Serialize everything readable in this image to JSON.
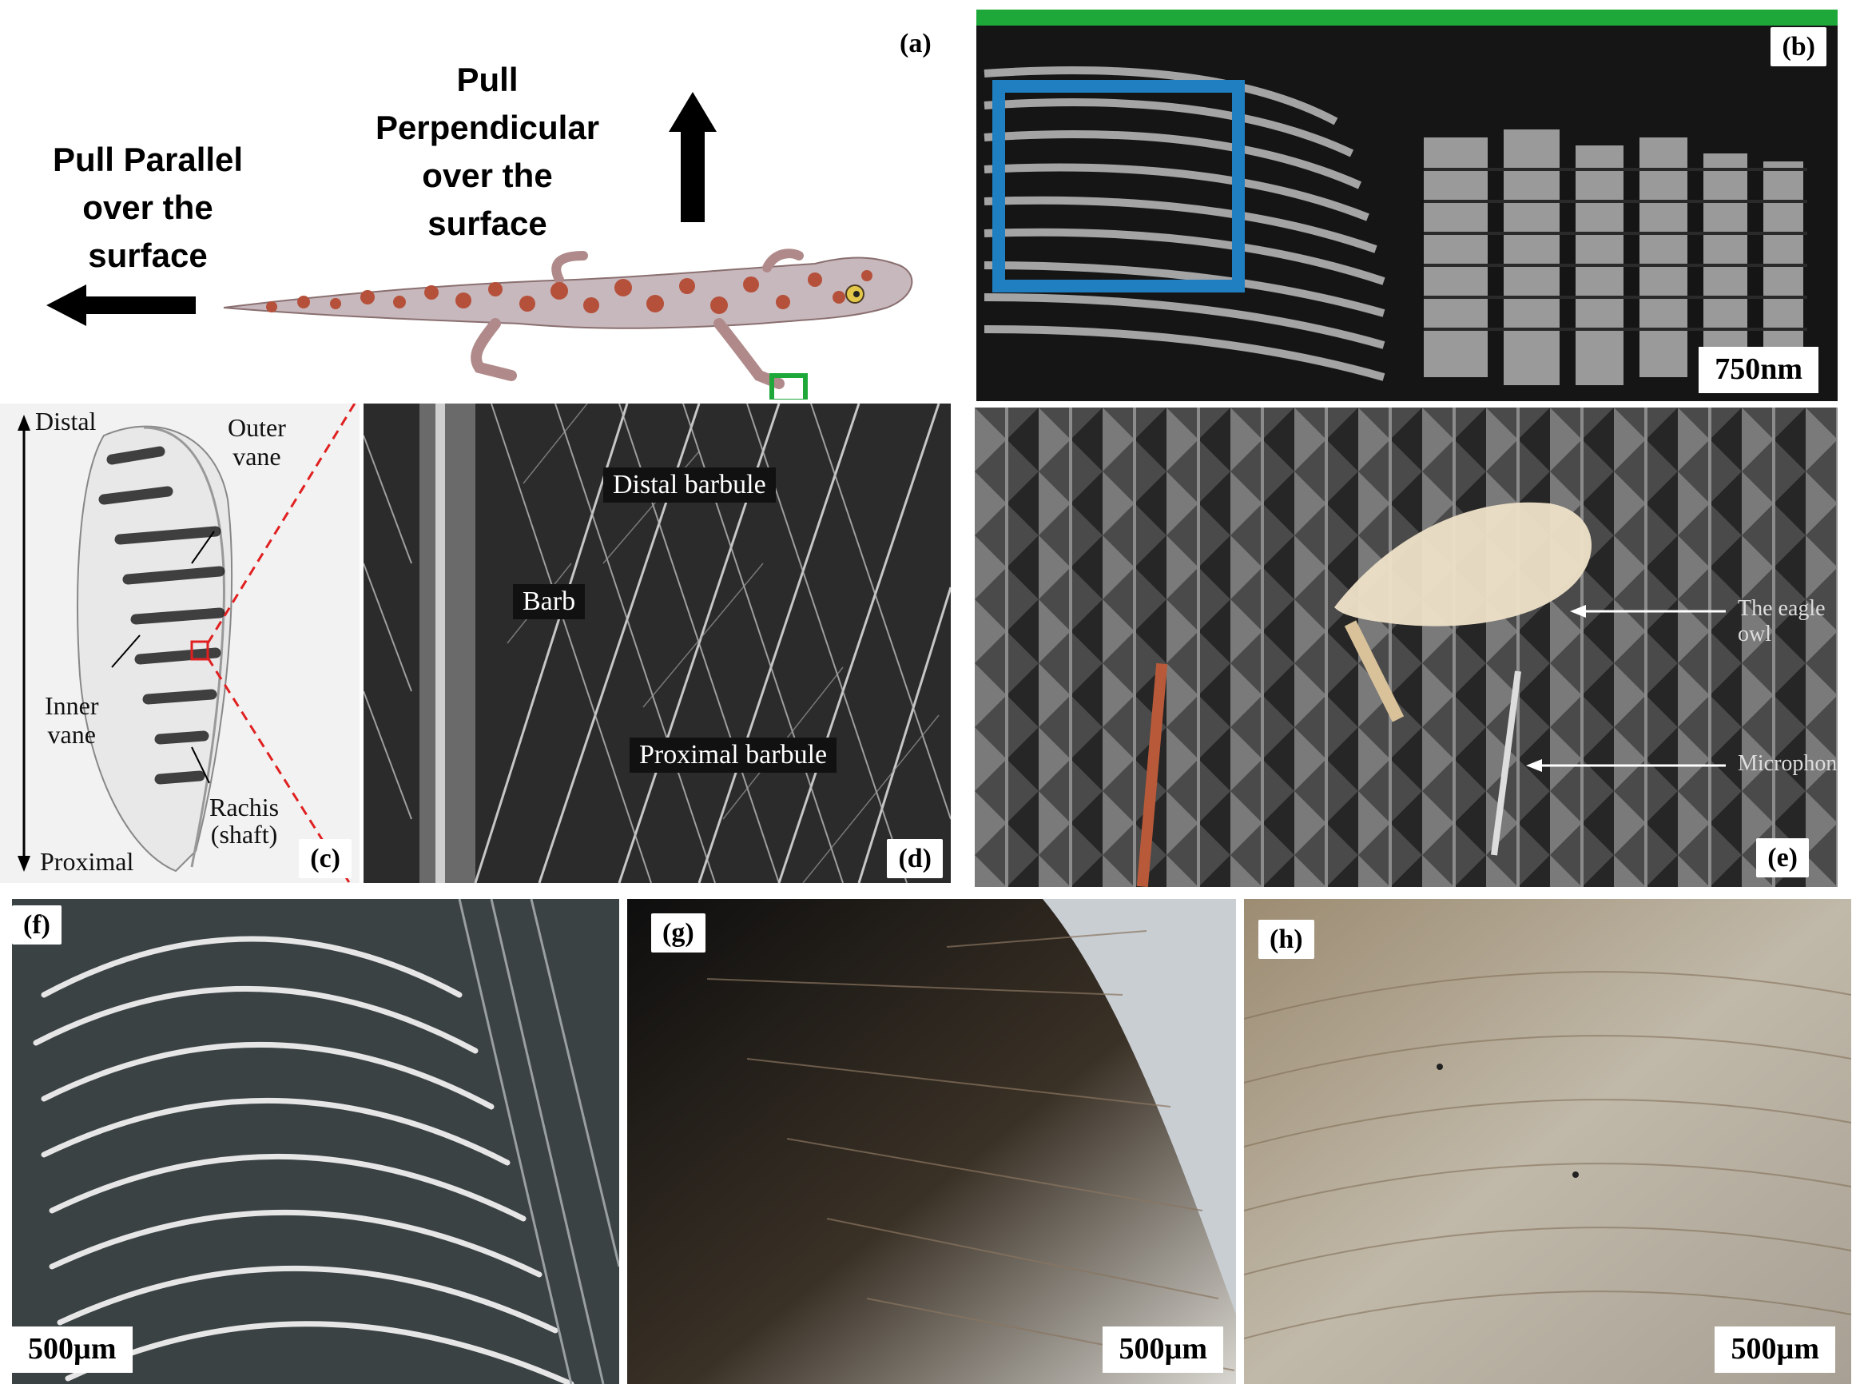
{
  "panels": {
    "a": {
      "tag": "(a)",
      "pull_parallel": [
        "Pull Parallel",
        "over the",
        "surface"
      ],
      "pull_perpendicular": [
        "Pull",
        "Perpendicular",
        "over the",
        "surface"
      ]
    },
    "b": {
      "tag": "(b)",
      "scale": "750nm"
    },
    "c": {
      "tag": "(c)",
      "distal": "Distal",
      "proximal": "Proximal",
      "outer_vane": [
        "Outer",
        "vane"
      ],
      "inner_vane": [
        "Inner",
        "vane"
      ],
      "rachis": [
        "Rachis",
        "(shaft)"
      ]
    },
    "d": {
      "tag": "(d)",
      "distal_barbule": "Distal barbule",
      "barb": "Barb",
      "proximal_barbule": "Proximal barbule"
    },
    "e": {
      "tag": "(e)",
      "owl": "The eagle owl",
      "microphone": "Microphone"
    },
    "f": {
      "tag": "(f)",
      "scale": "500µm"
    },
    "g": {
      "tag": "(g)",
      "scale": "500µm"
    },
    "h": {
      "tag": "(h)",
      "scale": "500µm"
    }
  },
  "colors": {
    "green_marker": "#1ea83a",
    "blue_box": "#1f7fc0",
    "red_dashes": "#e02020",
    "gecko_spots": "#b5503a"
  }
}
